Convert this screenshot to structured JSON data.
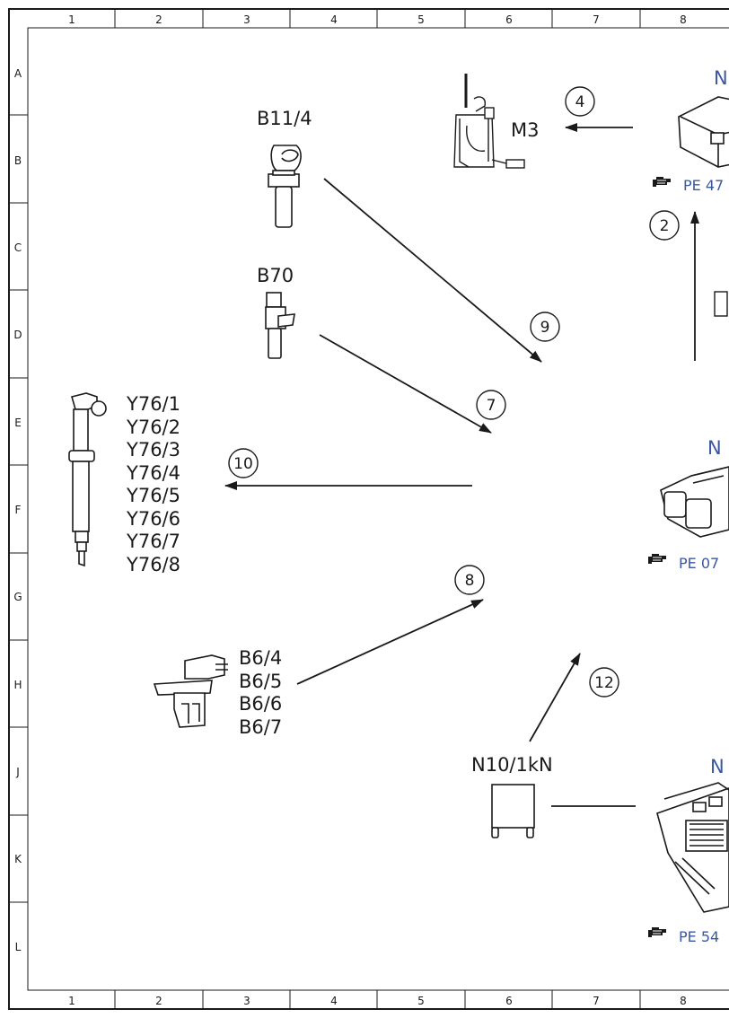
{
  "grid": {
    "columns": [
      "1",
      "2",
      "3",
      "4",
      "5",
      "6",
      "7",
      "8"
    ],
    "rows": [
      "A",
      "B",
      "C",
      "D",
      "E",
      "F",
      "G",
      "H",
      "J",
      "K",
      "L"
    ]
  },
  "components": {
    "b11_4": "B11/4",
    "b70": "B70",
    "m3": "M3",
    "n_top": "N",
    "n_mid": "N",
    "n_bot": "N",
    "n10": "N10/1kN",
    "y76": [
      "Y76/1",
      "Y76/2",
      "Y76/3",
      "Y76/4",
      "Y76/5",
      "Y76/6",
      "Y76/7",
      "Y76/8"
    ],
    "b6": [
      "B6/4",
      "B6/5",
      "B6/6",
      "B6/7"
    ]
  },
  "refs": {
    "top": "PE 47",
    "mid": "PE 07",
    "bot": "PE 54"
  },
  "signals": [
    "4",
    "2",
    "9",
    "7",
    "10",
    "8",
    "12"
  ],
  "colors": {
    "line": "#1a1a1a",
    "accent": "#3a57a0",
    "background": "#ffffff"
  },
  "icons": [
    "hand-pointer-icon"
  ]
}
